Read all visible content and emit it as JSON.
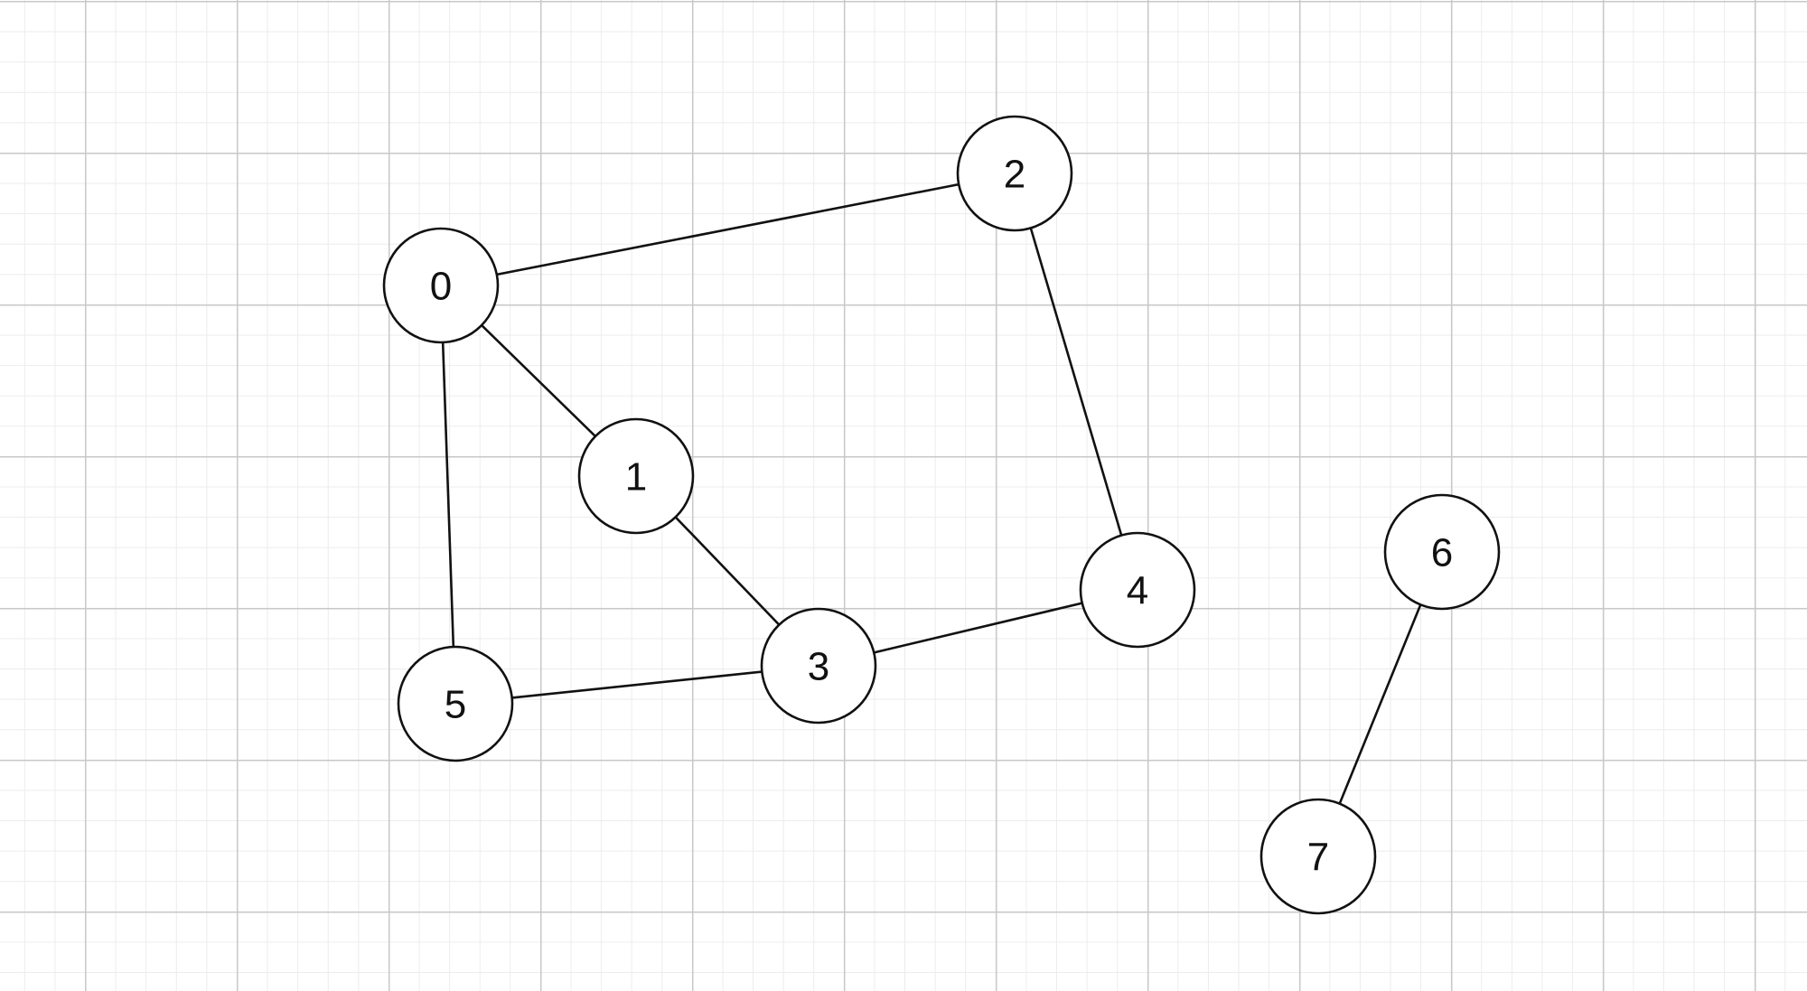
{
  "diagram": {
    "nodes": [
      {
        "id": "0",
        "label": "0"
      },
      {
        "id": "1",
        "label": "1"
      },
      {
        "id": "2",
        "label": "2"
      },
      {
        "id": "3",
        "label": "3"
      },
      {
        "id": "4",
        "label": "4"
      },
      {
        "id": "5",
        "label": "5"
      },
      {
        "id": "6",
        "label": "6"
      },
      {
        "id": "7",
        "label": "7"
      }
    ],
    "edges": [
      {
        "from": "0",
        "to": "2"
      },
      {
        "from": "0",
        "to": "1"
      },
      {
        "from": "0",
        "to": "5"
      },
      {
        "from": "1",
        "to": "3"
      },
      {
        "from": "2",
        "to": "4"
      },
      {
        "from": "5",
        "to": "3"
      },
      {
        "from": "3",
        "to": "4"
      },
      {
        "from": "6",
        "to": "7"
      }
    ]
  },
  "colors": {
    "grid_major": "#c8c8c8",
    "grid_minor": "#ececec",
    "stroke": "#111111",
    "node_fill": "#ffffff"
  }
}
